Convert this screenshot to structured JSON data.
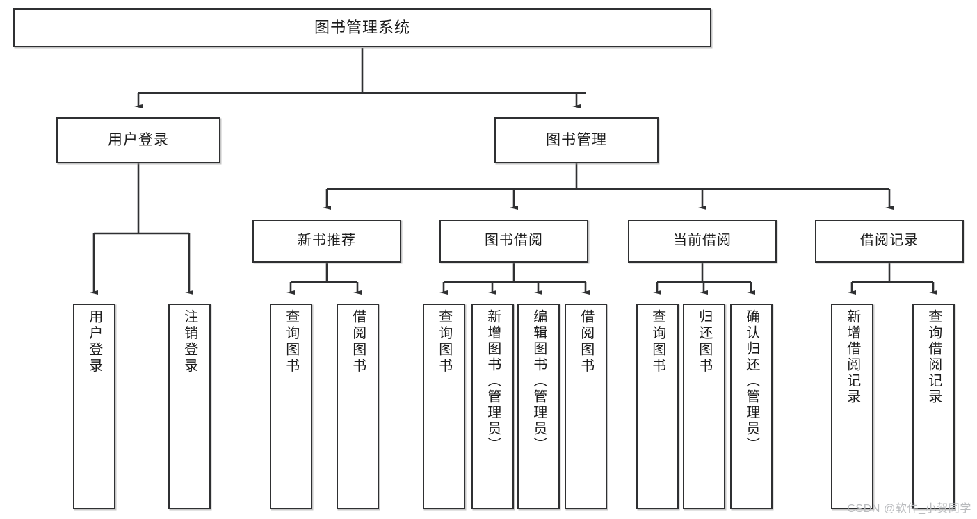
{
  "diagram": {
    "title": "图书管理系统",
    "type": "tree",
    "watermark": "CSDN @软件_小贺同学",
    "colors": {
      "box_border": "#2f3032",
      "box_fill": "#ffffff",
      "line": "#2f3032",
      "text": "#1b1b1b",
      "watermark": "#b9bbbe"
    },
    "nodes": {
      "root": {
        "label": "图书管理系统"
      },
      "level2": [
        {
          "id": "user-login",
          "label": "用户登录"
        },
        {
          "id": "book-management",
          "label": "图书管理"
        }
      ],
      "level3": [
        {
          "id": "new-book-recommend",
          "label": "新书推荐"
        },
        {
          "id": "book-borrow",
          "label": "图书借阅"
        },
        {
          "id": "current-borrow",
          "label": "当前借阅"
        },
        {
          "id": "borrow-record",
          "label": "借阅记录"
        }
      ],
      "leaves": {
        "user-login": [
          {
            "id": "leaf-user-login",
            "label": "用户登录"
          },
          {
            "id": "leaf-logout",
            "label": "注销登录"
          }
        ],
        "new-book-recommend": [
          {
            "id": "leaf-query-book-1",
            "label": "查询图书"
          },
          {
            "id": "leaf-borrow-book-1",
            "label": "借阅图书"
          }
        ],
        "book-borrow": [
          {
            "id": "leaf-query-book-2",
            "label": "查询图书"
          },
          {
            "id": "leaf-add-book",
            "label": "新增图书（管理员）"
          },
          {
            "id": "leaf-edit-book",
            "label": "编辑图书（管理员）"
          },
          {
            "id": "leaf-borrow-book-2",
            "label": "借阅图书"
          }
        ],
        "current-borrow": [
          {
            "id": "leaf-query-book-3",
            "label": "查询图书"
          },
          {
            "id": "leaf-return-book",
            "label": "归还图书"
          },
          {
            "id": "leaf-confirm-return",
            "label": "确认归还（管理员）"
          }
        ],
        "borrow-record": [
          {
            "id": "leaf-add-record",
            "label": "新增借阅记录"
          },
          {
            "id": "leaf-query-record",
            "label": "查询借阅记录"
          }
        ]
      }
    }
  }
}
